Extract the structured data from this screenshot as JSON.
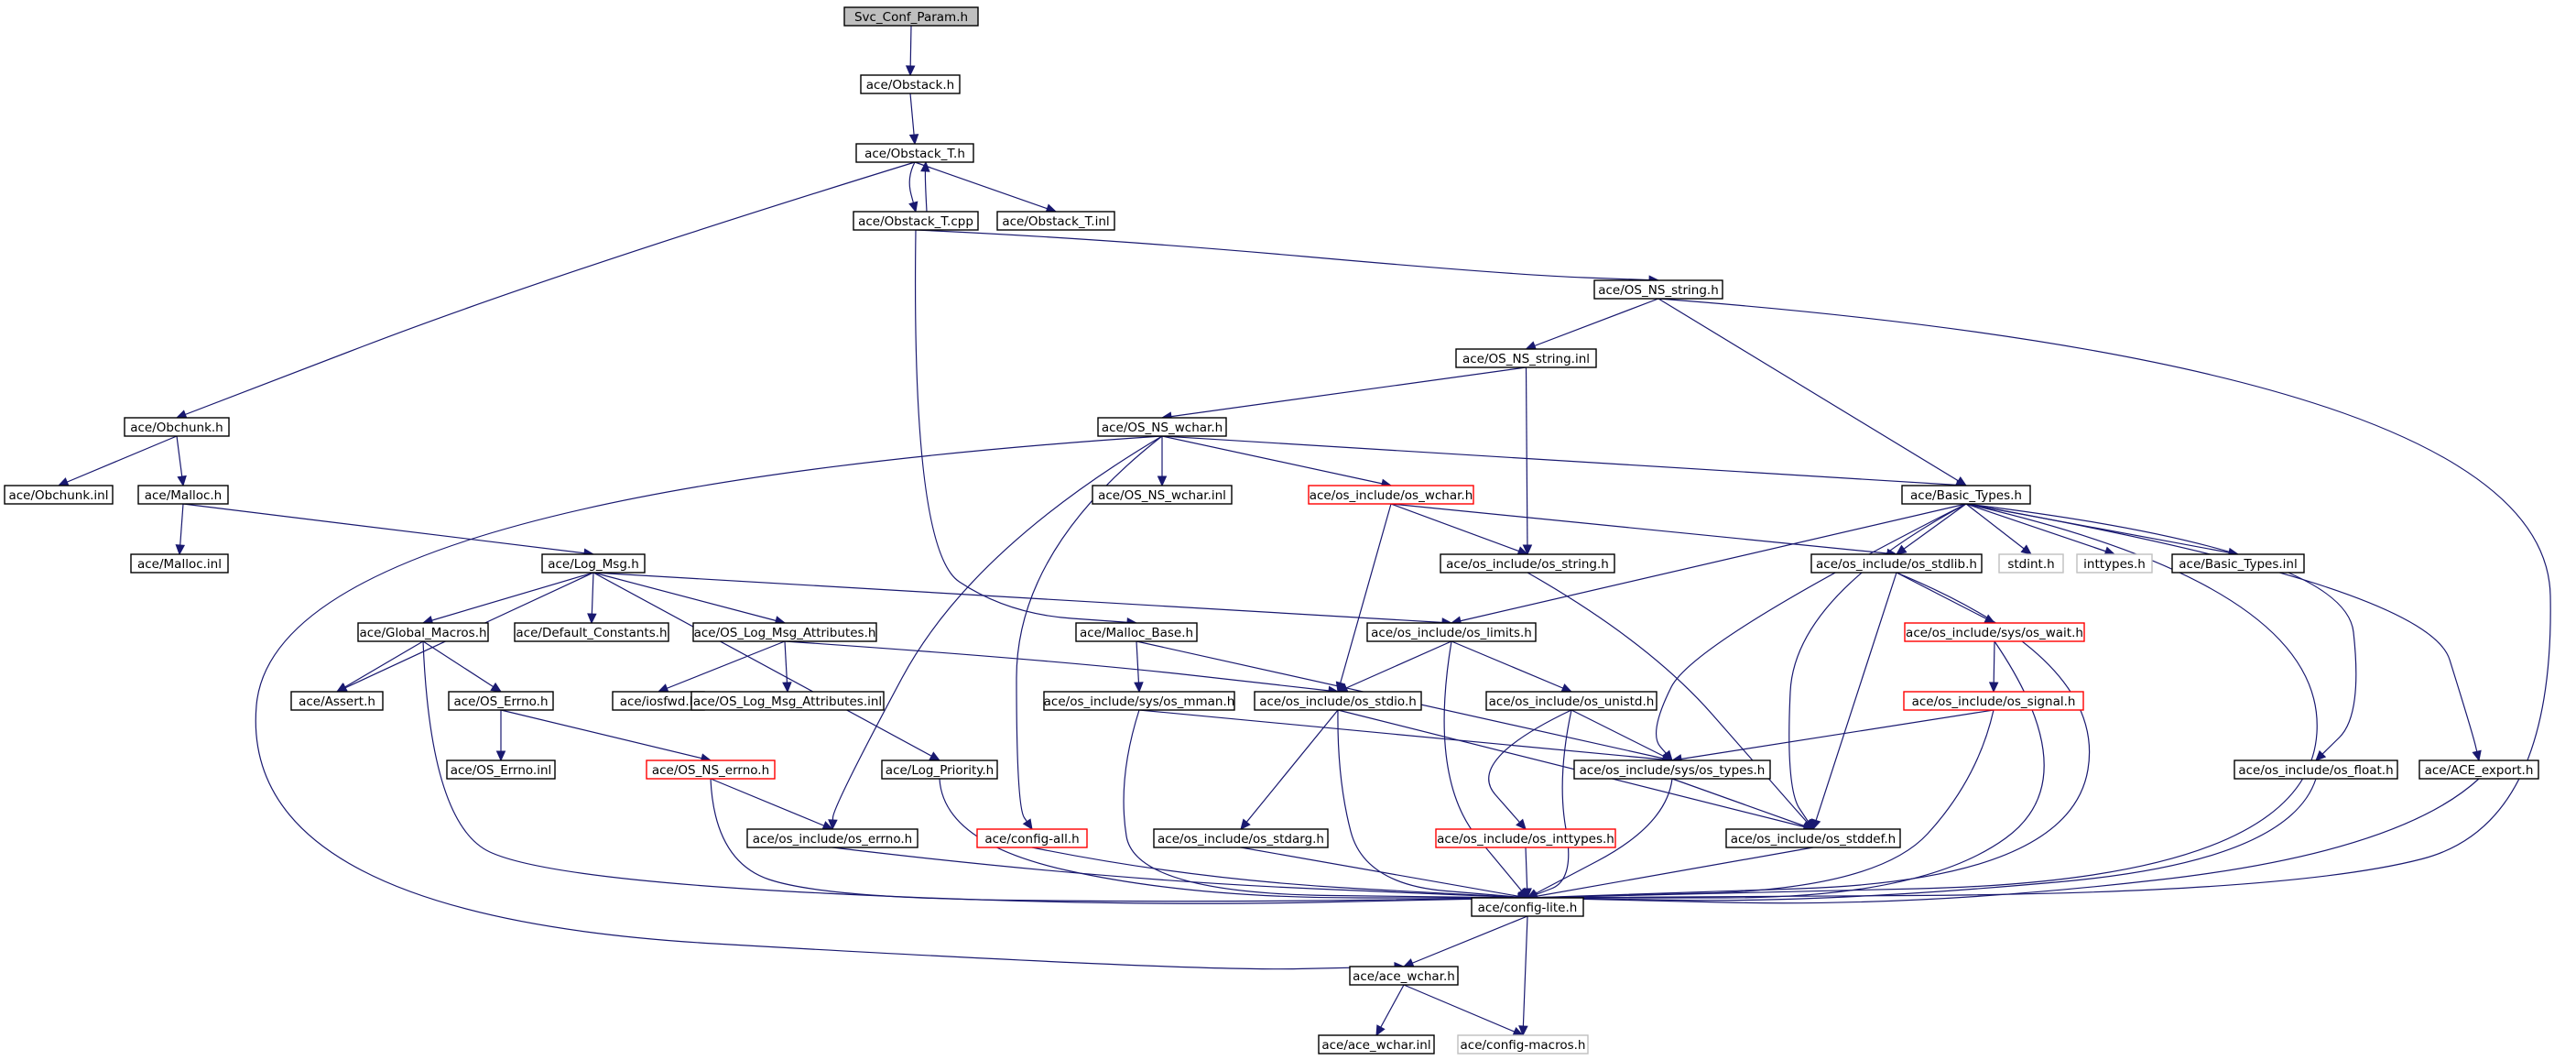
{
  "colors": {
    "edge": "#191970",
    "border_normal": "#000000",
    "border_incomplete": "#ff0000",
    "border_external": "#bfbfbf",
    "fill_root": "#bfbfbf",
    "fill_normal": "#ffffff"
  },
  "nodes": [
    {
      "id": "svc_conf_param_h",
      "label": "Svc_Conf_Param.h",
      "kind": "root"
    },
    {
      "id": "obstack_h",
      "label": "ace/Obstack.h",
      "kind": "normal"
    },
    {
      "id": "obstack_t_h",
      "label": "ace/Obstack_T.h",
      "kind": "normal"
    },
    {
      "id": "obstack_t_cpp",
      "label": "ace/Obstack_T.cpp",
      "kind": "normal"
    },
    {
      "id": "obstack_t_inl",
      "label": "ace/Obstack_T.inl",
      "kind": "normal"
    },
    {
      "id": "os_ns_string_h",
      "label": "ace/OS_NS_string.h",
      "kind": "normal"
    },
    {
      "id": "os_ns_string_inl",
      "label": "ace/OS_NS_string.inl",
      "kind": "normal"
    },
    {
      "id": "obchunk_h",
      "label": "ace/Obchunk.h",
      "kind": "normal"
    },
    {
      "id": "os_ns_wchar_h",
      "label": "ace/OS_NS_wchar.h",
      "kind": "normal"
    },
    {
      "id": "obchunk_inl",
      "label": "ace/Obchunk.inl",
      "kind": "normal"
    },
    {
      "id": "malloc_h",
      "label": "ace/Malloc.h",
      "kind": "normal"
    },
    {
      "id": "os_ns_wchar_inl",
      "label": "ace/OS_NS_wchar.inl",
      "kind": "normal"
    },
    {
      "id": "os_include_os_wchar_h",
      "label": "ace/os_include/os_wchar.h",
      "kind": "incomplete"
    },
    {
      "id": "basic_types_h",
      "label": "ace/Basic_Types.h",
      "kind": "normal"
    },
    {
      "id": "malloc_inl",
      "label": "ace/Malloc.inl",
      "kind": "normal"
    },
    {
      "id": "log_msg_h",
      "label": "ace/Log_Msg.h",
      "kind": "normal"
    },
    {
      "id": "os_include_os_string_h",
      "label": "ace/os_include/os_string.h",
      "kind": "normal"
    },
    {
      "id": "os_include_os_stdlib_h",
      "label": "ace/os_include/os_stdlib.h",
      "kind": "normal"
    },
    {
      "id": "stdint_h",
      "label": "stdint.h",
      "kind": "external"
    },
    {
      "id": "inttypes_h",
      "label": "inttypes.h",
      "kind": "external"
    },
    {
      "id": "basic_types_inl",
      "label": "ace/Basic_Types.inl",
      "kind": "normal"
    },
    {
      "id": "global_macros_h",
      "label": "ace/Global_Macros.h",
      "kind": "normal"
    },
    {
      "id": "default_constants_h",
      "label": "ace/Default_Constants.h",
      "kind": "normal"
    },
    {
      "id": "os_log_msg_attributes_h",
      "label": "ace/OS_Log_Msg_Attributes.h",
      "kind": "normal"
    },
    {
      "id": "malloc_base_h",
      "label": "ace/Malloc_Base.h",
      "kind": "normal"
    },
    {
      "id": "os_include_os_limits_h",
      "label": "ace/os_include/os_limits.h",
      "kind": "normal"
    },
    {
      "id": "os_include_sys_os_wait_h",
      "label": "ace/os_include/sys/os_wait.h",
      "kind": "incomplete"
    },
    {
      "id": "assert_h",
      "label": "ace/Assert.h",
      "kind": "normal"
    },
    {
      "id": "os_errno_h",
      "label": "ace/OS_Errno.h",
      "kind": "normal"
    },
    {
      "id": "iosfwd_h",
      "label": "ace/iosfwd.h",
      "kind": "normal"
    },
    {
      "id": "os_log_msg_attributes_inl",
      "label": "ace/OS_Log_Msg_Attributes.inl",
      "kind": "normal"
    },
    {
      "id": "os_include_sys_os_mman_h",
      "label": "ace/os_include/sys/os_mman.h",
      "kind": "normal"
    },
    {
      "id": "os_include_os_stdio_h",
      "label": "ace/os_include/os_stdio.h",
      "kind": "normal"
    },
    {
      "id": "os_include_os_unistd_h",
      "label": "ace/os_include/os_unistd.h",
      "kind": "normal"
    },
    {
      "id": "os_include_os_signal_h",
      "label": "ace/os_include/os_signal.h",
      "kind": "incomplete"
    },
    {
      "id": "os_errno_inl",
      "label": "ace/OS_Errno.inl",
      "kind": "normal"
    },
    {
      "id": "os_ns_errno_h",
      "label": "ace/OS_NS_errno.h",
      "kind": "incomplete"
    },
    {
      "id": "log_priority_h",
      "label": "ace/Log_Priority.h",
      "kind": "normal"
    },
    {
      "id": "os_include_sys_os_types_h",
      "label": "ace/os_include/sys/os_types.h",
      "kind": "normal"
    },
    {
      "id": "os_include_os_float_h",
      "label": "ace/os_include/os_float.h",
      "kind": "normal"
    },
    {
      "id": "ace_export_h",
      "label": "ace/ACE_export.h",
      "kind": "normal"
    },
    {
      "id": "os_include_os_errno_h",
      "label": "ace/os_include/os_errno.h",
      "kind": "normal"
    },
    {
      "id": "config_all_h",
      "label": "ace/config-all.h",
      "kind": "incomplete"
    },
    {
      "id": "os_include_os_stdarg_h",
      "label": "ace/os_include/os_stdarg.h",
      "kind": "normal"
    },
    {
      "id": "os_include_os_inttypes_h",
      "label": "ace/os_include/os_inttypes.h",
      "kind": "incomplete"
    },
    {
      "id": "os_include_os_stddef_h",
      "label": "ace/os_include/os_stddef.h",
      "kind": "normal"
    },
    {
      "id": "config_lite_h",
      "label": "ace/config-lite.h",
      "kind": "normal"
    },
    {
      "id": "ace_wchar_h",
      "label": "ace/ace_wchar.h",
      "kind": "normal"
    },
    {
      "id": "ace_wchar_inl",
      "label": "ace/ace_wchar.inl",
      "kind": "normal"
    },
    {
      "id": "config_macros_h",
      "label": "ace/config-macros.h",
      "kind": "external"
    }
  ],
  "edges": [
    [
      "svc_conf_param_h",
      "obstack_h"
    ],
    [
      "obstack_h",
      "obstack_t_h"
    ],
    [
      "obstack_t_h",
      "obstack_t_cpp"
    ],
    [
      "obstack_t_cpp",
      "obstack_t_h"
    ],
    [
      "obstack_t_h",
      "obstack_t_inl"
    ],
    [
      "obstack_t_h",
      "obchunk_h"
    ],
    [
      "obstack_t_cpp",
      "os_ns_string_h"
    ],
    [
      "obstack_t_cpp",
      "malloc_base_h"
    ],
    [
      "os_ns_string_h",
      "os_ns_string_inl"
    ],
    [
      "os_ns_string_h",
      "basic_types_h"
    ],
    [
      "os_ns_string_h",
      "config_lite_h"
    ],
    [
      "os_ns_string_inl",
      "os_ns_wchar_h"
    ],
    [
      "os_ns_string_inl",
      "os_include_os_string_h"
    ],
    [
      "obchunk_h",
      "obchunk_inl"
    ],
    [
      "obchunk_h",
      "malloc_h"
    ],
    [
      "malloc_h",
      "malloc_inl"
    ],
    [
      "malloc_h",
      "log_msg_h"
    ],
    [
      "os_ns_wchar_h",
      "os_ns_wchar_inl"
    ],
    [
      "os_ns_wchar_h",
      "os_include_os_wchar_h"
    ],
    [
      "os_ns_wchar_h",
      "basic_types_h"
    ],
    [
      "os_ns_wchar_h",
      "ace_wchar_h"
    ],
    [
      "os_ns_wchar_h",
      "os_include_os_errno_h"
    ],
    [
      "os_ns_wchar_h",
      "config_all_h"
    ],
    [
      "os_include_os_wchar_h",
      "os_include_os_string_h"
    ],
    [
      "os_include_os_wchar_h",
      "os_include_os_stdlib_h"
    ],
    [
      "os_include_os_wchar_h",
      "os_include_os_stdio_h"
    ],
    [
      "basic_types_h",
      "os_include_os_limits_h"
    ],
    [
      "basic_types_h",
      "os_include_os_stdlib_h"
    ],
    [
      "basic_types_h",
      "stdint_h"
    ],
    [
      "basic_types_h",
      "inttypes_h"
    ],
    [
      "basic_types_h",
      "basic_types_inl"
    ],
    [
      "basic_types_h",
      "os_include_sys_os_types_h"
    ],
    [
      "basic_types_h",
      "os_include_os_stddef_h"
    ],
    [
      "basic_types_h",
      "os_include_os_float_h"
    ],
    [
      "basic_types_h",
      "ace_export_h"
    ],
    [
      "basic_types_h",
      "config_lite_h"
    ],
    [
      "log_msg_h",
      "global_macros_h"
    ],
    [
      "log_msg_h",
      "default_constants_h"
    ],
    [
      "log_msg_h",
      "os_log_msg_attributes_h"
    ],
    [
      "log_msg_h",
      "assert_h"
    ],
    [
      "log_msg_h",
      "log_priority_h"
    ],
    [
      "log_msg_h",
      "os_include_os_limits_h"
    ],
    [
      "os_include_os_string_h",
      "os_include_os_stddef_h"
    ],
    [
      "os_include_os_stdlib_h",
      "os_include_sys_os_wait_h"
    ],
    [
      "os_include_os_stdlib_h",
      "os_include_os_stddef_h"
    ],
    [
      "os_include_os_stdlib_h",
      "config_lite_h"
    ],
    [
      "global_macros_h",
      "assert_h"
    ],
    [
      "global_macros_h",
      "os_errno_h"
    ],
    [
      "global_macros_h",
      "config_lite_h"
    ],
    [
      "os_log_msg_attributes_h",
      "iosfwd_h"
    ],
    [
      "os_log_msg_attributes_h",
      "os_log_msg_attributes_inl"
    ],
    [
      "os_log_msg_attributes_h",
      "os_include_os_stdio_h"
    ],
    [
      "malloc_base_h",
      "os_include_sys_os_mman_h"
    ],
    [
      "malloc_base_h",
      "os_include_sys_os_types_h"
    ],
    [
      "os_include_os_limits_h",
      "os_include_os_stdio_h"
    ],
    [
      "os_include_os_limits_h",
      "os_include_os_unistd_h"
    ],
    [
      "os_include_os_limits_h",
      "config_lite_h"
    ],
    [
      "os_include_sys_os_wait_h",
      "os_include_os_signal_h"
    ],
    [
      "os_include_sys_os_wait_h",
      "config_lite_h"
    ],
    [
      "os_errno_h",
      "os_errno_inl"
    ],
    [
      "os_errno_h",
      "os_ns_errno_h"
    ],
    [
      "os_include_sys_os_mman_h",
      "os_include_sys_os_types_h"
    ],
    [
      "os_include_sys_os_mman_h",
      "config_lite_h"
    ],
    [
      "os_include_os_stdio_h",
      "os_include_os_stdarg_h"
    ],
    [
      "os_include_os_stdio_h",
      "os_include_os_stddef_h"
    ],
    [
      "os_include_os_stdio_h",
      "config_lite_h"
    ],
    [
      "os_include_os_unistd_h",
      "os_include_sys_os_types_h"
    ],
    [
      "os_include_os_unistd_h",
      "os_include_os_inttypes_h"
    ],
    [
      "os_include_os_unistd_h",
      "config_lite_h"
    ],
    [
      "os_include_os_signal_h",
      "os_include_sys_os_types_h"
    ],
    [
      "os_include_os_signal_h",
      "config_lite_h"
    ],
    [
      "os_ns_errno_h",
      "os_include_os_errno_h"
    ],
    [
      "os_ns_errno_h",
      "config_lite_h"
    ],
    [
      "log_priority_h",
      "config_lite_h"
    ],
    [
      "os_include_sys_os_types_h",
      "os_include_os_stddef_h"
    ],
    [
      "os_include_sys_os_types_h",
      "config_lite_h"
    ],
    [
      "os_include_os_float_h",
      "config_lite_h"
    ],
    [
      "ace_export_h",
      "config_lite_h"
    ],
    [
      "os_include_os_errno_h",
      "config_lite_h"
    ],
    [
      "config_all_h",
      "config_lite_h"
    ],
    [
      "os_include_os_stdarg_h",
      "config_lite_h"
    ],
    [
      "os_include_os_inttypes_h",
      "config_lite_h"
    ],
    [
      "os_include_os_stddef_h",
      "config_lite_h"
    ],
    [
      "config_lite_h",
      "ace_wchar_h"
    ],
    [
      "config_lite_h",
      "config_macros_h"
    ],
    [
      "ace_wchar_h",
      "ace_wchar_inl"
    ],
    [
      "ace_wchar_h",
      "config_macros_h"
    ]
  ]
}
